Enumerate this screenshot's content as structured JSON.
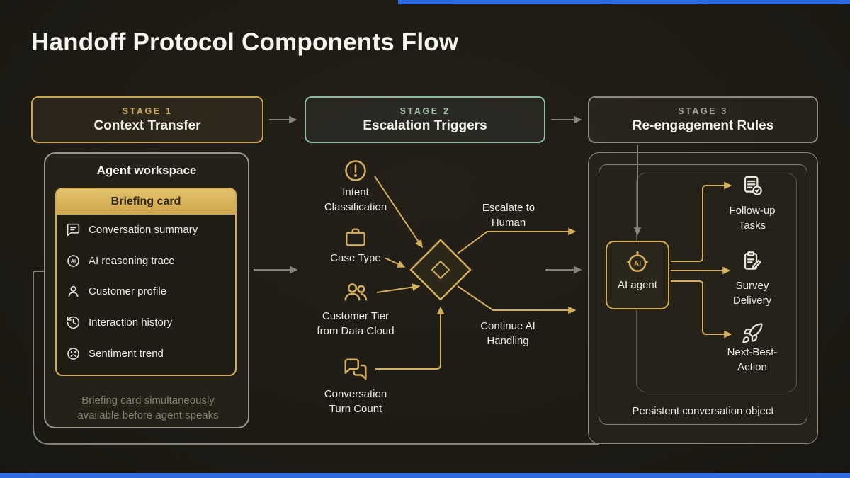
{
  "title": "Handoff Protocol Components Flow",
  "stages": [
    {
      "label": "STAGE 1",
      "title": "Context Transfer"
    },
    {
      "label": "STAGE 2",
      "title": "Escalation Triggers"
    },
    {
      "label": "STAGE 3",
      "title": "Re-engagement Rules"
    }
  ],
  "workspace": {
    "title": "Agent workspace",
    "card_title": "Briefing card",
    "items": [
      {
        "icon": "message-square-icon",
        "label": "Conversation summary"
      },
      {
        "icon": "ai-badge-icon",
        "label": "AI reasoning trace"
      },
      {
        "icon": "user-icon",
        "label": "Customer profile"
      },
      {
        "icon": "history-icon",
        "label": "Interaction history"
      },
      {
        "icon": "frown-icon",
        "label": "Sentiment trend"
      }
    ],
    "note": "Briefing card simultaneously available before agent speaks"
  },
  "escalation": {
    "inputs": [
      {
        "icon": "alert-circle-icon",
        "label": "Intent Classification"
      },
      {
        "icon": "briefcase-icon",
        "label": "Case Type"
      },
      {
        "icon": "users-icon",
        "label": "Customer Tier from Data Cloud"
      },
      {
        "icon": "chat-bubbles-icon",
        "label": "Conversation Turn Count"
      }
    ],
    "outcomes": [
      {
        "label": "Escalate to Human"
      },
      {
        "label": "Continue AI Handling"
      }
    ]
  },
  "reengagement": {
    "agent": {
      "icon": "ai-robot-icon",
      "label": "AI agent"
    },
    "items": [
      {
        "icon": "task-check-icon",
        "label": "Follow-up Tasks"
      },
      {
        "icon": "survey-icon",
        "label": "Survey Delivery"
      },
      {
        "icon": "rocket-icon",
        "label": "Next-Best-Action"
      }
    ],
    "footer": "Persistent conversation object"
  },
  "glyphs": {
    "ai": "AI"
  },
  "colors": {
    "background": "#201d17",
    "gold": "#d4af5e",
    "teal": "#95bfab",
    "gray": "#8b887e",
    "blue": "#2e6ae0",
    "text": "#f4f2ec",
    "muted": "#857f6e"
  }
}
